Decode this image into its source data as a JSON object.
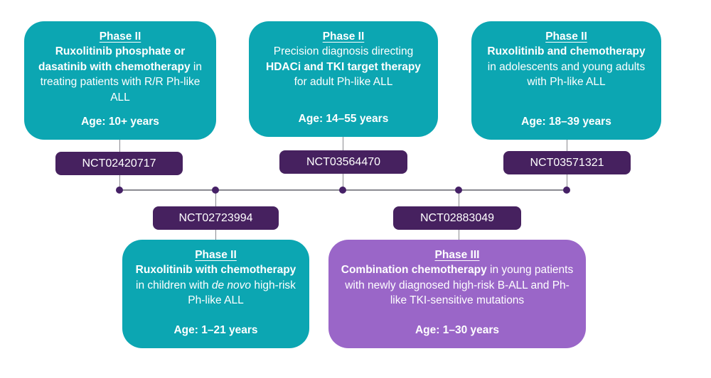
{
  "colors": {
    "teal": "#0ca6b2",
    "purple": "#9a66c8",
    "badge": "#46215f",
    "line": "#8a8a90",
    "dot": "#452066",
    "text": "#ffffff",
    "background": "#ffffff"
  },
  "trials": [
    {
      "phase": "Phase II",
      "nct": "NCT02420717",
      "age": "Age: 10+ years",
      "body": [
        {
          "style": "bold",
          "text": "Ruxolitinib phosphate or dasatinib with chemotherapy"
        },
        {
          "style": "regular",
          "text": " in treating patients with R/R Ph-like ALL"
        }
      ]
    },
    {
      "phase": "Phase II",
      "nct": "NCT03564470",
      "age": "Age: 14–55 years",
      "body": [
        {
          "style": "regular",
          "text": "Precision diagnosis directing "
        },
        {
          "style": "bold",
          "text": "HDACi and TKI target therapy"
        },
        {
          "style": "regular",
          "text": " for adult Ph-like ALL"
        }
      ]
    },
    {
      "phase": "Phase II",
      "nct": "NCT03571321",
      "age": "Age: 18–39 years",
      "body": [
        {
          "style": "bold",
          "text": "Ruxolitinib and chemotherapy"
        },
        {
          "style": "regular",
          "text": " in adolescents and young adults with Ph-like ALL"
        }
      ]
    },
    {
      "phase": "Phase II",
      "nct": "NCT02723994",
      "age": "Age: 1–21 years",
      "body": [
        {
          "style": "bold",
          "text": "Ruxolitinib with chemotherapy"
        },
        {
          "style": "regular",
          "text": " in children with "
        },
        {
          "style": "italic",
          "text": "de novo"
        },
        {
          "style": "regular",
          "text": " high-risk Ph-like ALL"
        }
      ]
    },
    {
      "phase": "Phase III",
      "nct": "NCT02883049",
      "age": "Age: 1–30 years",
      "body": [
        {
          "style": "bold",
          "text": "Combination chemotherapy"
        },
        {
          "style": "regular",
          "text": " in young patients with newly diagnosed high-risk B-ALL and Ph-like TKI-sensitive mutations"
        }
      ]
    }
  ]
}
